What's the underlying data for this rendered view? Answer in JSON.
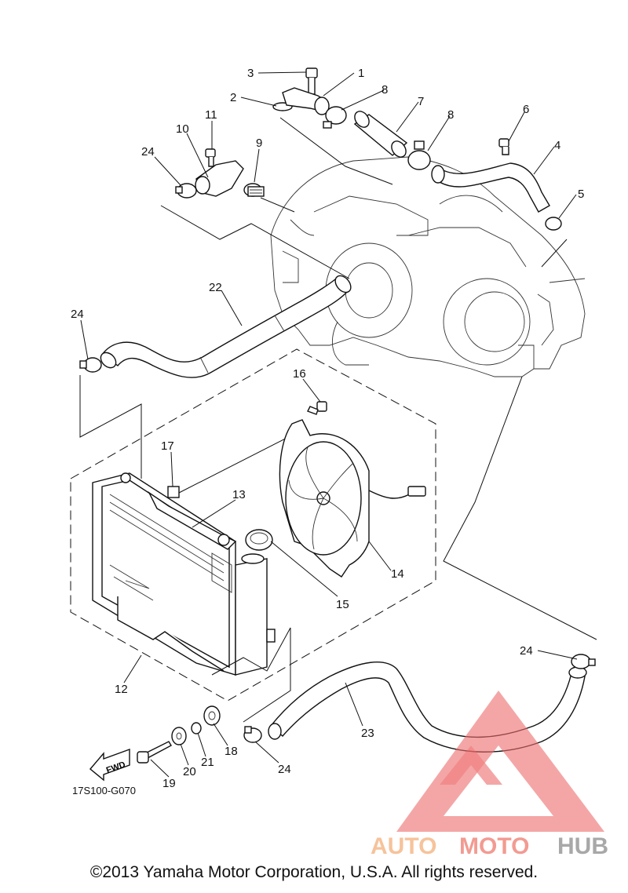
{
  "diagram": {
    "drawing_code": "17S100-G070",
    "fwd_label": "FWD",
    "copyright": "©2013 Yamaha Motor Corporation, U.S.A. All rights reserved.",
    "callouts": [
      "1",
      "2",
      "3",
      "4",
      "5",
      "6",
      "7",
      "8",
      "8",
      "9",
      "10",
      "11",
      "12",
      "13",
      "14",
      "15",
      "16",
      "17",
      "18",
      "19",
      "20",
      "21",
      "22",
      "23",
      "24",
      "24",
      "24",
      "24"
    ]
  },
  "watermark": {
    "brand_part1": "AUTO",
    "brand_part2": "MOTO",
    "brand_part3": "HUB",
    "colors": {
      "auto": "#f5b98a",
      "moto": "#f08a80",
      "hub": "#9a9a9a",
      "triangle": "#ee6b6b"
    }
  }
}
